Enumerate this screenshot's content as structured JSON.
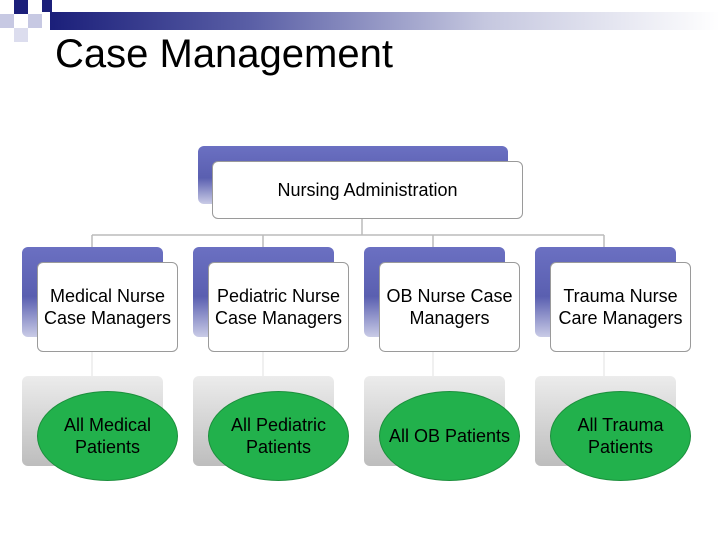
{
  "title": "Case Management",
  "root": {
    "label": "Nursing Administration"
  },
  "managers": [
    {
      "label": "Medical Nurse Case Managers"
    },
    {
      "label": "Pediatric Nurse Case Managers"
    },
    {
      "label": "OB Nurse Case Managers"
    },
    {
      "label": "Trauma Nurse Care Managers"
    }
  ],
  "patients": [
    {
      "label": "All Medical Patients"
    },
    {
      "label": "All Pediatric Patients"
    },
    {
      "label": "All OB Patients"
    },
    {
      "label": "All Trauma Patients"
    }
  ],
  "colors": {
    "accent_blue": "#5a5fb0",
    "title_bar_dark": "#1b1f7a",
    "patient_green": "#22b14c"
  }
}
